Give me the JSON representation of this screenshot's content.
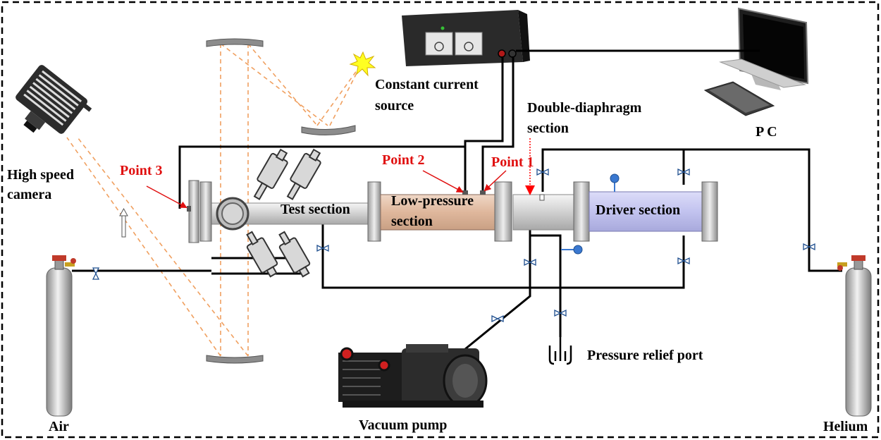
{
  "labels": {
    "high_speed_camera_line1": "High speed",
    "high_speed_camera_line2": "camera",
    "constant_current_line1": "Constant current",
    "constant_current_line2": "source",
    "double_diaphragm_line1": "Double-diaphragm",
    "double_diaphragm_line2": "section",
    "pc": "P C",
    "point1": "Point 1",
    "point2": "Point 2",
    "point3": "Point 3",
    "test_section": "Test section",
    "low_pressure_line1": "Low-pressure",
    "low_pressure_line2": "section",
    "driver_section": "Driver section",
    "pressure_relief_port": "Pressure relief port",
    "air": "Air",
    "vacuum_pump": "Vacuum pump",
    "helium": "Helium"
  },
  "colors": {
    "point_label": "#e01010",
    "low_pressure_fill": "#e3bfa8",
    "driver_fill": "#c7c8f0",
    "test_fill": "#d4d4d4",
    "optical_path": "#f0a060",
    "valve": "#1f4f8f",
    "pressure_gauge": "#3a78d0",
    "diaphragm_arrow": "#ff0000"
  },
  "icons": [
    "camera-icon",
    "spark-light-source-icon",
    "current-source-icon",
    "pc-monitor-icon",
    "keyboard-icon",
    "air-cylinder-icon",
    "helium-cylinder-icon",
    "vacuum-pump-icon",
    "pressure-relief-icon",
    "valve-icon",
    "pressure-gauge-icon"
  ]
}
